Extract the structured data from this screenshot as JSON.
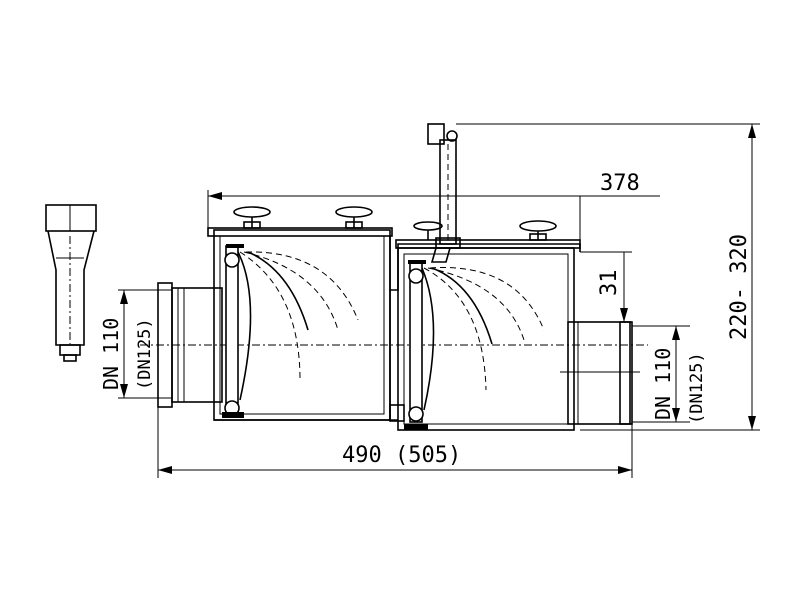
{
  "dimensions": {
    "overall_length": "490 (505)",
    "top_length": "378",
    "height_range": "220- 320",
    "offset": "31",
    "inlet_dn": "DN 110",
    "inlet_dn_alt": "(DN125)",
    "outlet_dn": "DN 110",
    "outlet_dn_alt": "(DN125)"
  }
}
